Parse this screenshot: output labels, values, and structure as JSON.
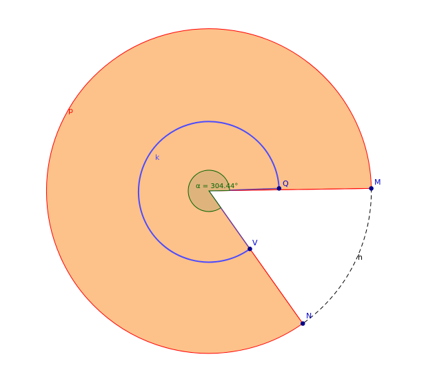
{
  "labels": {
    "sector": "p",
    "arc_k": "k",
    "arc_h": "h",
    "point_Q": "Q",
    "point_M": "M",
    "point_V": "V",
    "point_N": "N",
    "angle": "α = 304.44°"
  },
  "angle_degrees": 304.44,
  "colors": {
    "sector_fill": "#fdc18a",
    "sector_stroke": "#ff0000",
    "arc_k": "#4b4bff",
    "angle_fill": "#dfb47c",
    "angle_stroke": "#006400",
    "angle_text": "#006400",
    "point": "#00008b",
    "point_label": "#0000cd",
    "sector_label": "#ff0000",
    "dashed_arc": "#000000"
  }
}
